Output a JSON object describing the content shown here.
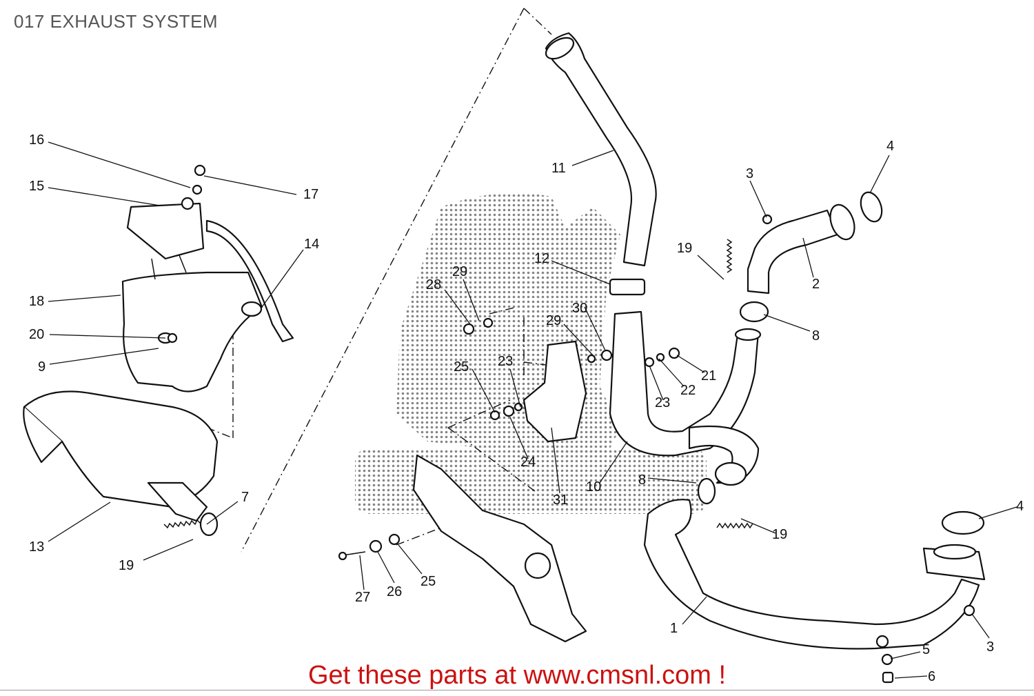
{
  "header": {
    "title": "017 EXHAUST SYSTEM"
  },
  "callouts": [
    {
      "id": "c1",
      "label": "1"
    },
    {
      "id": "c2",
      "label": "2"
    },
    {
      "id": "c3a",
      "label": "3"
    },
    {
      "id": "c3b",
      "label": "3"
    },
    {
      "id": "c4a",
      "label": "4"
    },
    {
      "id": "c4b",
      "label": "4"
    },
    {
      "id": "c5",
      "label": "5"
    },
    {
      "id": "c6",
      "label": "6"
    },
    {
      "id": "c7",
      "label": "7"
    },
    {
      "id": "c8a",
      "label": "8"
    },
    {
      "id": "c8b",
      "label": "8"
    },
    {
      "id": "c9",
      "label": "9"
    },
    {
      "id": "c10",
      "label": "10"
    },
    {
      "id": "c11",
      "label": "11"
    },
    {
      "id": "c12",
      "label": "12"
    },
    {
      "id": "c13",
      "label": "13"
    },
    {
      "id": "c14",
      "label": "14"
    },
    {
      "id": "c15",
      "label": "15"
    },
    {
      "id": "c16",
      "label": "16"
    },
    {
      "id": "c17",
      "label": "17"
    },
    {
      "id": "c18",
      "label": "18"
    },
    {
      "id": "c19a",
      "label": "19"
    },
    {
      "id": "c19b",
      "label": "19"
    },
    {
      "id": "c19c",
      "label": "19"
    },
    {
      "id": "c20",
      "label": "20"
    },
    {
      "id": "c21",
      "label": "21"
    },
    {
      "id": "c22",
      "label": "22"
    },
    {
      "id": "c23a",
      "label": "23"
    },
    {
      "id": "c23b",
      "label": "23"
    },
    {
      "id": "c24",
      "label": "24"
    },
    {
      "id": "c25a",
      "label": "25"
    },
    {
      "id": "c25b",
      "label": "25"
    },
    {
      "id": "c26",
      "label": "26"
    },
    {
      "id": "c27",
      "label": "27"
    },
    {
      "id": "c28",
      "label": "28"
    },
    {
      "id": "c29a",
      "label": "29"
    },
    {
      "id": "c29b",
      "label": "29"
    },
    {
      "id": "c30",
      "label": "30"
    },
    {
      "id": "c31",
      "label": "31"
    }
  ],
  "footer": {
    "link_text": "Get these parts at www.cmsnl.com !",
    "link_color": "#cc1111"
  }
}
